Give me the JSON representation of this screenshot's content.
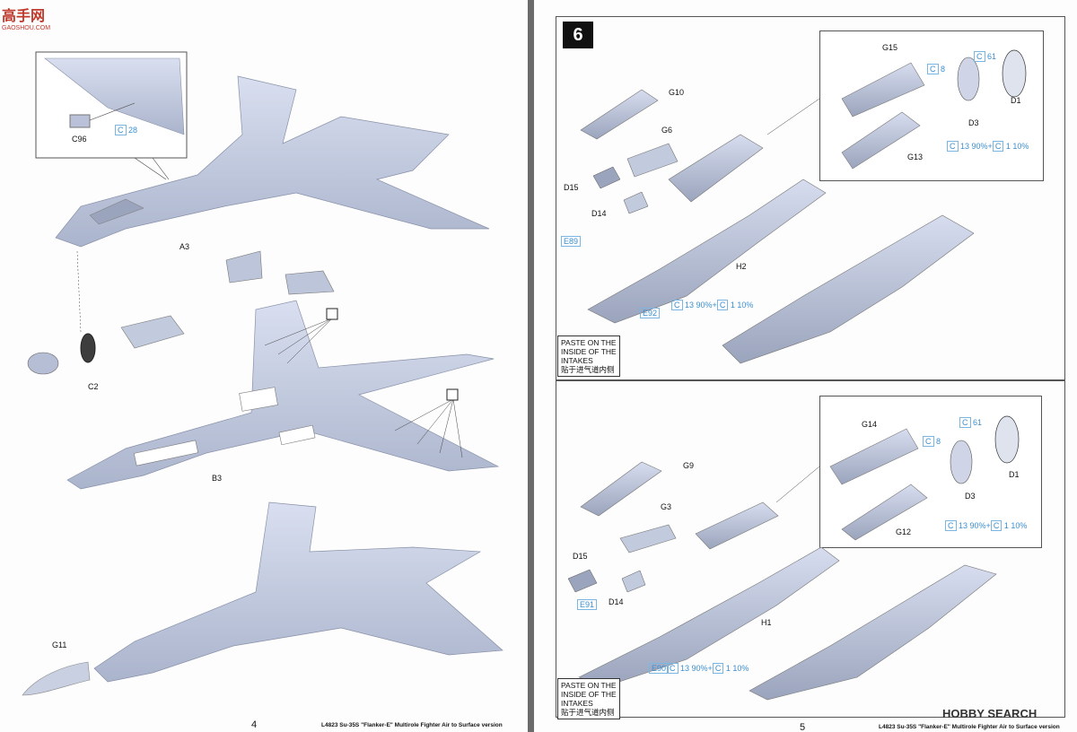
{
  "watermark": {
    "logo_text": "高手网",
    "sub": "GAOSHOU.COM"
  },
  "left_page": {
    "page_number": "4",
    "footer": "L4823  Su-35S  \"Flanker-E\"  Multirole Fighter Air to Surface version",
    "labels": {
      "c96": "C96",
      "a3": "A3",
      "c2": "C2",
      "b3": "B3",
      "g11": "G11"
    },
    "color_refs": {
      "c28_code": "C",
      "c28_num": "28"
    }
  },
  "right_page": {
    "step_number": "6",
    "page_number": "5",
    "footer": "L4823  Su-35S  \"Flanker-E\"  Multirole Fighter Air to Surface version",
    "upper": {
      "labels": {
        "g10": "G10",
        "g6": "G6",
        "d15": "D15",
        "d14": "D14",
        "h2": "H2",
        "g15": "G15",
        "d1": "D1",
        "d3": "D3",
        "g13": "G13",
        "e89": "E89",
        "e92": "E92"
      },
      "c61": "61",
      "c8": "8",
      "mix_a": "13",
      "mix_a_pct": "90%+",
      "mix_b": "1",
      "mix_b_pct": "10%",
      "mix2_a": "13",
      "mix2_a_pct": "90%+",
      "mix2_b": "1",
      "mix2_b_pct": "10%",
      "note_line1": "PASTE ON THE",
      "note_line2": "INSIDE OF THE",
      "note_line3": "INTAKES",
      "note_cn": "贴于进气道内侧"
    },
    "lower": {
      "labels": {
        "g9": "G9",
        "g3": "G3",
        "d15": "D15",
        "d14": "D14",
        "h1": "H1",
        "g14": "G14",
        "d1": "D1",
        "d3": "D3",
        "g12": "G12",
        "e91": "E91",
        "e90": "E90"
      },
      "c61": "61",
      "c8": "8",
      "mix_a": "13",
      "mix_a_pct": "90%+",
      "mix_b": "1",
      "mix_b_pct": "10%",
      "mix2_a": "13",
      "mix2_a_pct": "90%+",
      "mix2_b": "1",
      "mix2_b_pct": "10%",
      "note_line1": "PASTE ON THE",
      "note_line2": "INSIDE OF THE",
      "note_line3": "INTAKES",
      "note_cn": "贴于进气道内侧"
    },
    "brand": {
      "logo": "HOBBY SEARCH"
    }
  },
  "colors": {
    "paper": "#fdfdfd",
    "part": "#c7cfe2",
    "part_dark": "#9aa4bc",
    "ref_blue": "#3b8fd0",
    "spine": "#6b6b6b"
  }
}
